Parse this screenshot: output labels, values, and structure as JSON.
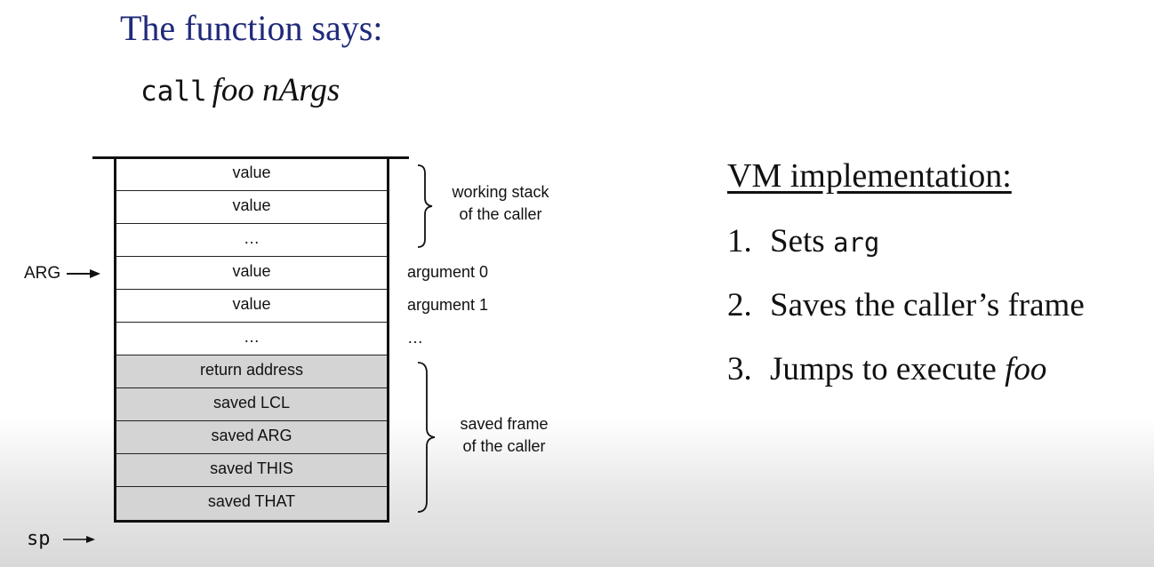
{
  "title": "The function says:",
  "call": {
    "keyword": "call",
    "args": "foo nArgs"
  },
  "stack": {
    "cells": [
      {
        "label": "value",
        "shaded": false
      },
      {
        "label": "value",
        "shaded": false
      },
      {
        "label": "…",
        "shaded": false
      },
      {
        "label": "value",
        "shaded": false
      },
      {
        "label": "value",
        "shaded": false
      },
      {
        "label": "…",
        "shaded": false
      },
      {
        "label": "return address",
        "shaded": true
      },
      {
        "label": "saved LCL",
        "shaded": true
      },
      {
        "label": "saved ARG",
        "shaded": true
      },
      {
        "label": "saved THIS",
        "shaded": true
      },
      {
        "label": "saved THAT",
        "shaded": true
      }
    ],
    "pointers": {
      "arg": "ARG",
      "sp": "sp"
    },
    "annotations": {
      "working_line1": "working stack",
      "working_line2": "of the caller",
      "argument0": "argument 0",
      "argument1": "argument 1",
      "args_more": "…",
      "frame_line1": "saved frame",
      "frame_line2": "of the caller"
    }
  },
  "vm": {
    "heading": "VM implementation:",
    "steps": [
      {
        "num": "1.",
        "text": "Sets ",
        "code": "arg"
      },
      {
        "num": "2.",
        "text": "Saves the caller’s frame"
      },
      {
        "num": "3.",
        "text": "Jumps to execute ",
        "italic": "foo"
      }
    ]
  }
}
